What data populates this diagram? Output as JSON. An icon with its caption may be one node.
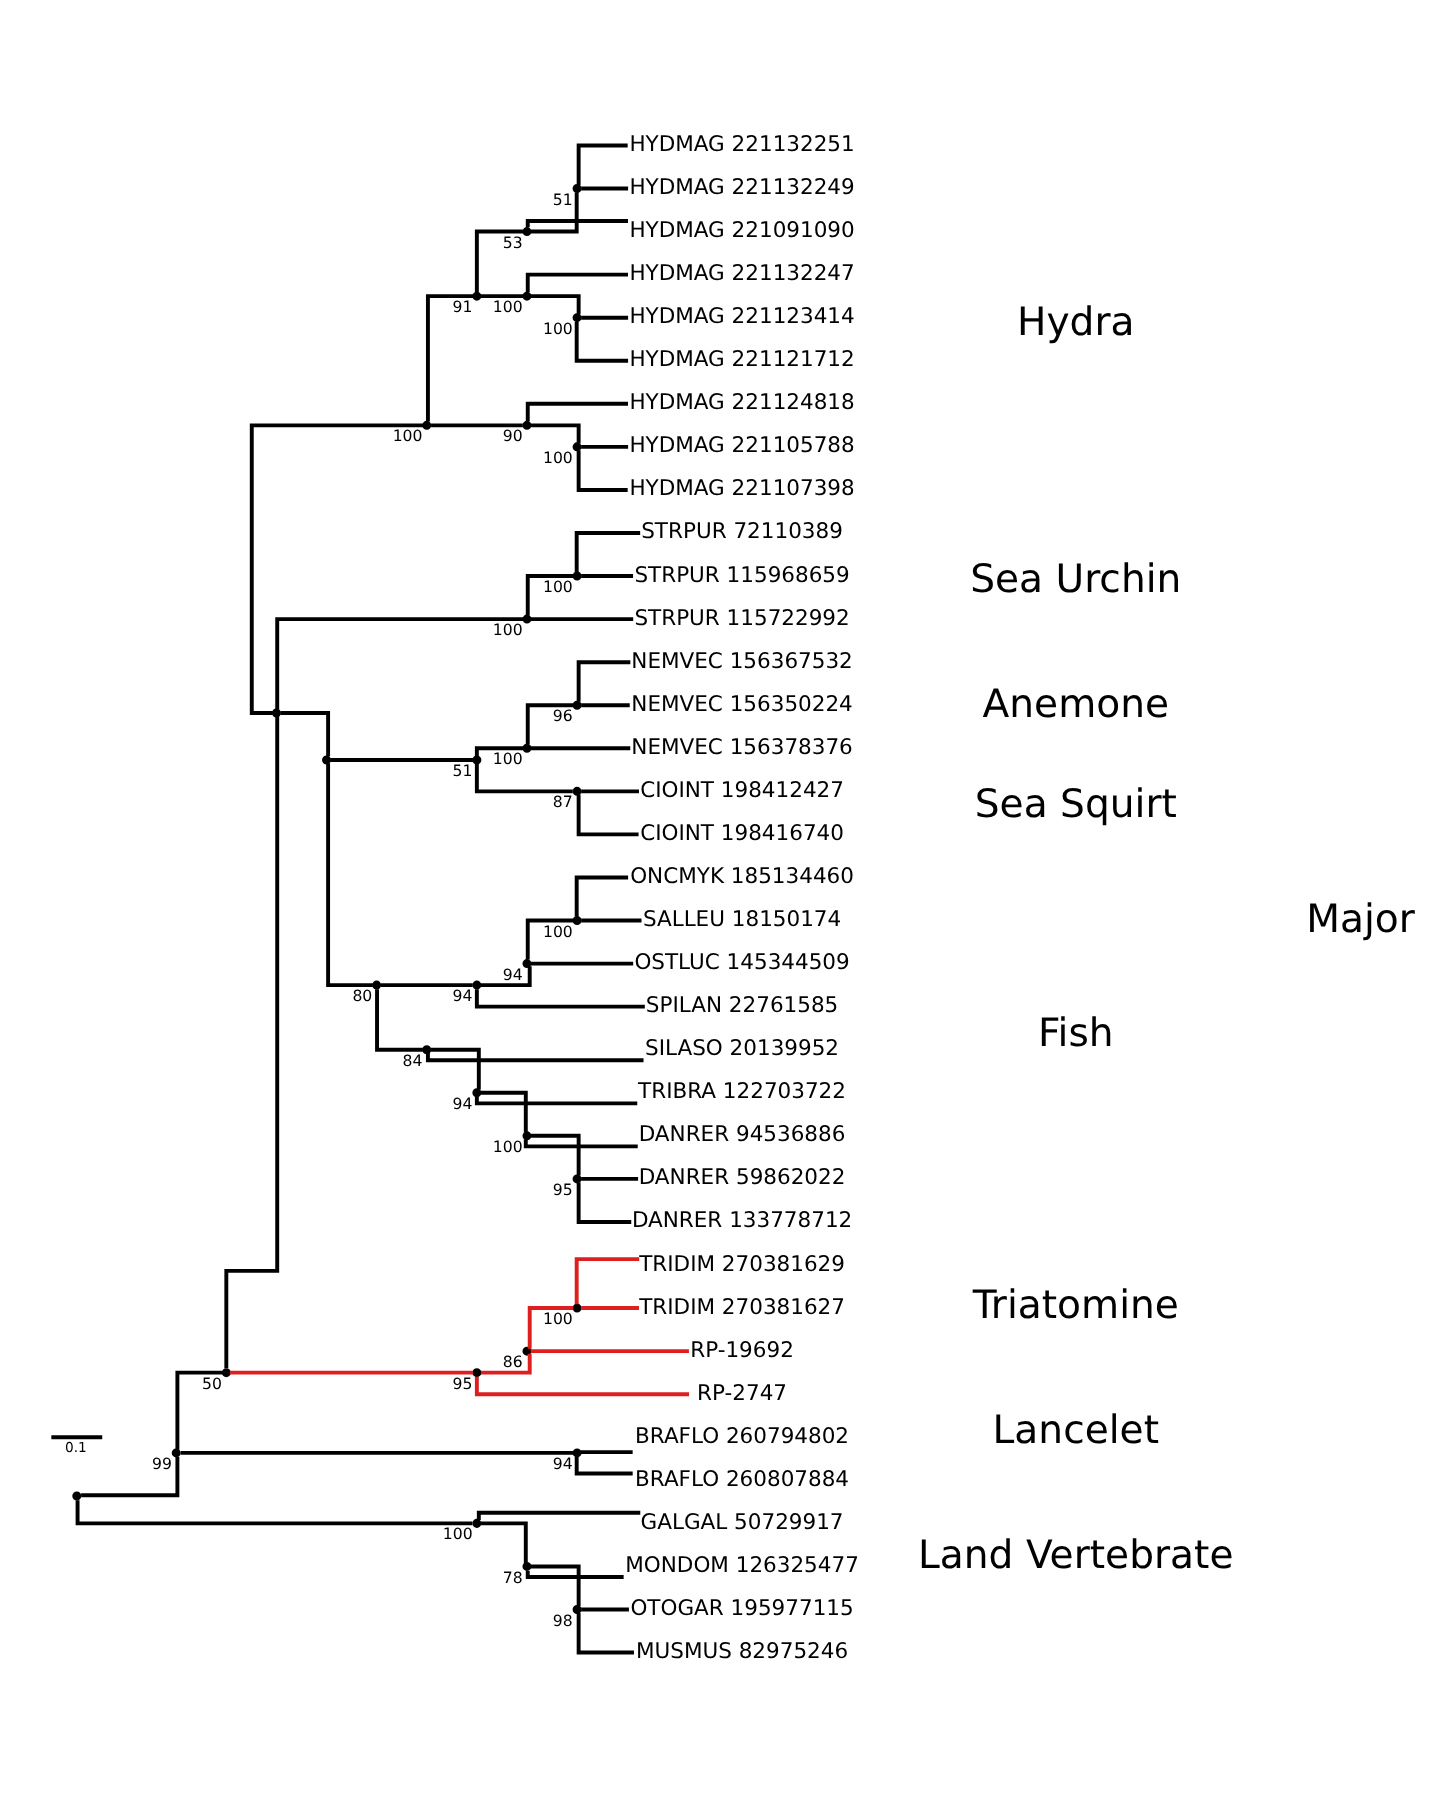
{
  "diagram": {
    "nodes": [
      {
        "text": [],
        "shape": "point"
      },
      {
        "text": [],
        "shape": "point",
        "beside": [
          "99"
        ]
      },
      {
        "text": [],
        "shape": "point",
        "beside": [
          "50"
        ]
      },
      {
        "text": [],
        "shape": "point"
      },
      {
        "text": [],
        "shape": "point",
        "beside": [
          "100"
        ]
      },
      {
        "text": [],
        "shape": "point",
        "beside": [
          "91"
        ]
      },
      {
        "text": [],
        "shape": "point",
        "beside": [
          "53"
        ]
      },
      {
        "text": [],
        "shape": "point",
        "beside": [
          "51"
        ]
      },
      {
        "text": [
          "HYDMAG 221132251"
        ]
      },
      {
        "text": [
          "HYDMAG 221132249"
        ]
      },
      {
        "text": [
          "HYDMAG 221091090"
        ]
      },
      {
        "text": [],
        "shape": "point",
        "beside": [
          "100"
        ]
      },
      {
        "text": [
          "HYDMAG 221132247"
        ]
      },
      {
        "text": [],
        "shape": "point",
        "beside": [
          "100"
        ]
      },
      {
        "text": [
          "HYDMAG 221123414"
        ]
      },
      {
        "text": [
          "HYDMAG 221121712"
        ]
      },
      {
        "text": [],
        "shape": "point",
        "beside": [
          "90"
        ]
      },
      {
        "text": [
          "HYDMAG 221124818"
        ]
      },
      {
        "text": [],
        "shape": "point",
        "beside": [
          "100"
        ]
      },
      {
        "text": [
          "HYDMAG 221105788"
        ]
      },
      {
        "text": [
          "HYDMAG 221107398"
        ]
      },
      {
        "text": [],
        "shape": "point",
        "beside": [
          "100"
        ]
      },
      {
        "text": [],
        "shape": "point",
        "beside": [
          "100"
        ]
      },
      {
        "text": [
          "STRPUR 72110389"
        ]
      },
      {
        "text": [
          "STRPUR 115968659"
        ]
      },
      {
        "text": [
          "STRPUR 115722992"
        ]
      },
      {
        "text": [],
        "shape": "point"
      },
      {
        "text": [],
        "shape": "point",
        "beside": [
          "51"
        ]
      },
      {
        "text": [],
        "shape": "point",
        "beside": [
          "100"
        ]
      },
      {
        "text": [],
        "shape": "point",
        "beside": [
          "96"
        ]
      },
      {
        "text": [
          "NEMVEC 156367532"
        ]
      },
      {
        "text": [
          "NEMVEC 156350224"
        ]
      },
      {
        "text": [
          "NEMVEC 156378376"
        ]
      },
      {
        "text": [],
        "shape": "point",
        "beside": [
          "87"
        ]
      },
      {
        "text": [
          "CIOINT 198412427"
        ]
      },
      {
        "text": [
          "CIOINT 198416740"
        ]
      },
      {
        "text": [],
        "shape": "point",
        "beside": [
          "80"
        ]
      },
      {
        "text": [],
        "shape": "point",
        "beside": [
          "94"
        ]
      },
      {
        "text": [],
        "shape": "point",
        "beside": [
          "94"
        ]
      },
      {
        "text": [],
        "shape": "point",
        "beside": [
          "100"
        ]
      },
      {
        "text": [
          "ONCMYK 185134460"
        ]
      },
      {
        "text": [
          "SALLEU 18150174"
        ]
      },
      {
        "text": [
          "OSTLUC 145344509"
        ]
      },
      {
        "text": [
          "SPILAN 22761585"
        ]
      },
      {
        "text": [],
        "shape": "point",
        "beside": [
          "84"
        ]
      },
      {
        "text": [
          "SILASO 20139952"
        ]
      },
      {
        "text": [],
        "shape": "point",
        "beside": [
          "94"
        ]
      },
      {
        "text": [
          "TRIBRA 122703722"
        ]
      },
      {
        "text": [],
        "shape": "point",
        "beside": [
          "100"
        ]
      },
      {
        "text": [
          "DANRER 94536886"
        ]
      },
      {
        "text": [],
        "shape": "point",
        "beside": [
          "95"
        ]
      },
      {
        "text": [
          "DANRER 59862022"
        ]
      },
      {
        "text": [
          "DANRER 133778712"
        ]
      },
      {
        "text": [],
        "shape": "point",
        "beside": [
          "95"
        ]
      },
      {
        "text": [],
        "shape": "point",
        "beside": [
          "86"
        ]
      },
      {
        "text": [],
        "shape": "point",
        "beside": [
          "100"
        ]
      },
      {
        "text": [
          "TRIDIM 270381629"
        ]
      },
      {
        "text": [
          "TRIDIM 270381627"
        ]
      },
      {
        "text": [
          "RP-19692"
        ]
      },
      {
        "text": [
          "RP-2747"
        ]
      },
      {
        "text": [],
        "shape": "point",
        "beside": [
          "94"
        ]
      },
      {
        "text": [
          "BRAFLO 260794802"
        ]
      },
      {
        "text": [
          "BRAFLO 260807884"
        ]
      },
      {
        "text": [],
        "shape": "point",
        "beside": [
          "100"
        ]
      },
      {
        "text": [
          "GALGAL 50729917"
        ]
      },
      {
        "text": [],
        "shape": "point",
        "beside": [
          "78"
        ]
      },
      {
        "text": [
          "MONDOM 126325477"
        ]
      },
      {
        "text": [],
        "shape": "point",
        "beside": [
          "98"
        ]
      },
      {
        "text": [
          "OTOGAR 195977115"
        ]
      },
      {
        "text": [
          "MUSMUS 82975246"
        ]
      }
    ],
    "edges": [
      {
        "from": 0,
        "to": 1,
        "arrow": "none"
      },
      {
        "from": 0,
        "to": 63,
        "arrow": "none"
      },
      {
        "from": 1,
        "to": 2,
        "arrow": "none"
      },
      {
        "from": 1,
        "to": 60,
        "arrow": "none"
      },
      {
        "from": 2,
        "to": 3,
        "arrow": "none"
      },
      {
        "from": 2,
        "to": 53,
        "arrow": "none",
        "color": "#dd1f1f"
      },
      {
        "from": 3,
        "to": 4,
        "arrow": "none"
      },
      {
        "from": 3,
        "to": 21,
        "arrow": "none"
      },
      {
        "from": 3,
        "to": 26,
        "arrow": "none"
      },
      {
        "from": 4,
        "to": 5,
        "arrow": "none"
      },
      {
        "from": 4,
        "to": 16,
        "arrow": "none"
      },
      {
        "from": 5,
        "to": 6,
        "arrow": "none"
      },
      {
        "from": 5,
        "to": 11,
        "arrow": "none"
      },
      {
        "from": 6,
        "to": 7,
        "arrow": "none"
      },
      {
        "from": 6,
        "to": 10,
        "arrow": "none"
      },
      {
        "from": 7,
        "to": 8,
        "arrow": "none"
      },
      {
        "from": 7,
        "to": 9,
        "arrow": "none"
      },
      {
        "from": 11,
        "to": 12,
        "arrow": "none"
      },
      {
        "from": 11,
        "to": 13,
        "arrow": "none"
      },
      {
        "from": 13,
        "to": 14,
        "arrow": "none"
      },
      {
        "from": 13,
        "to": 15,
        "arrow": "none"
      },
      {
        "from": 16,
        "to": 17,
        "arrow": "none"
      },
      {
        "from": 16,
        "to": 18,
        "arrow": "none"
      },
      {
        "from": 18,
        "to": 19,
        "arrow": "none"
      },
      {
        "from": 18,
        "to": 20,
        "arrow": "none"
      },
      {
        "from": 21,
        "to": 22,
        "arrow": "none"
      },
      {
        "from": 21,
        "to": 25,
        "arrow": "none"
      },
      {
        "from": 22,
        "to": 23,
        "arrow": "none"
      },
      {
        "from": 22,
        "to": 24,
        "arrow": "none"
      },
      {
        "from": 26,
        "to": 27,
        "arrow": "none"
      },
      {
        "from": 26,
        "to": 36,
        "arrow": "none"
      },
      {
        "from": 27,
        "to": 28,
        "arrow": "none"
      },
      {
        "from": 27,
        "to": 33,
        "arrow": "none"
      },
      {
        "from": 28,
        "to": 29,
        "arrow": "none"
      },
      {
        "from": 28,
        "to": 32,
        "arrow": "none"
      },
      {
        "from": 29,
        "to": 30,
        "arrow": "none"
      },
      {
        "from": 29,
        "to": 31,
        "arrow": "none"
      },
      {
        "from": 33,
        "to": 34,
        "arrow": "none"
      },
      {
        "from": 33,
        "to": 35,
        "arrow": "none"
      },
      {
        "from": 36,
        "to": 37,
        "arrow": "none"
      },
      {
        "from": 36,
        "to": 44,
        "arrow": "none"
      },
      {
        "from": 37,
        "to": 38,
        "arrow": "none"
      },
      {
        "from": 37,
        "to": 43,
        "arrow": "none"
      },
      {
        "from": 38,
        "to": 39,
        "arrow": "none"
      },
      {
        "from": 38,
        "to": 42,
        "arrow": "none"
      },
      {
        "from": 39,
        "to": 40,
        "arrow": "none"
      },
      {
        "from": 39,
        "to": 41,
        "arrow": "none"
      },
      {
        "from": 44,
        "to": 45,
        "arrow": "none"
      },
      {
        "from": 44,
        "to": 46,
        "arrow": "none"
      },
      {
        "from": 46,
        "to": 47,
        "arrow": "none"
      },
      {
        "from": 46,
        "to": 48,
        "arrow": "none"
      },
      {
        "from": 48,
        "to": 49,
        "arrow": "none"
      },
      {
        "from": 48,
        "to": 50,
        "arrow": "none"
      },
      {
        "from": 50,
        "to": 51,
        "arrow": "none"
      },
      {
        "from": 50,
        "to": 52,
        "arrow": "none"
      },
      {
        "from": 53,
        "to": 54,
        "arrow": "none",
        "color": "#dd1f1f"
      },
      {
        "from": 53,
        "to": 59,
        "arrow": "none",
        "color": "#dd1f1f"
      },
      {
        "from": 54,
        "to": 55,
        "arrow": "none",
        "color": "#dd1f1f"
      },
      {
        "from": 54,
        "to": 58,
        "arrow": "none",
        "color": "#dd1f1f"
      },
      {
        "from": 55,
        "to": 56,
        "arrow": "none",
        "color": "#dd1f1f"
      },
      {
        "from": 55,
        "to": 57,
        "arrow": "none",
        "color": "#dd1f1f"
      },
      {
        "from": 60,
        "to": 61,
        "arrow": "none"
      },
      {
        "from": 60,
        "to": 62,
        "arrow": "none"
      },
      {
        "from": 63,
        "to": 64,
        "arrow": "none"
      },
      {
        "from": 63,
        "to": 65,
        "arrow": "none"
      },
      {
        "from": 65,
        "to": 66,
        "arrow": "none"
      },
      {
        "from": 65,
        "to": 67,
        "arrow": "none"
      },
      {
        "from": 67,
        "to": 68,
        "arrow": "none"
      },
      {
        "from": 67,
        "to": 69,
        "arrow": "none"
      }
    ],
    "labels": [
      "Hydra",
      "Sea Urchin",
      "Anemone",
      "Sea Squirt",
      "Fish",
      "Triatomine",
      "Lancelet",
      "Land Vertebrate",
      "Major",
      "0.1"
    ]
  }
}
